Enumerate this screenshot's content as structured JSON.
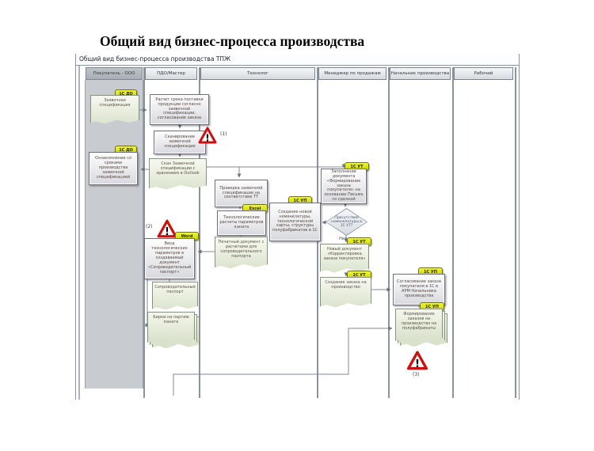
{
  "page": {
    "title": "Общий вид бизнес-процесса производства"
  },
  "frame": {
    "header": "Общий вид бизнес-процесса производства ТПЖ"
  },
  "lanes": [
    {
      "label": "Покупатель - ООО"
    },
    {
      "label": "ПДО/Мастер"
    },
    {
      "label": "Технолог"
    },
    {
      "label": "Менеджер по продажам"
    },
    {
      "label": "Начальник производства"
    },
    {
      "label": "Рабочий"
    }
  ],
  "nodes": {
    "spec_request_doc": {
      "label": "Заявочная спецификация",
      "tag": "1С ДО"
    },
    "familiarize_box": {
      "label": "Ознакомление со сроками производства заявочной спецификацией",
      "tag": "1С ДО"
    },
    "calc_terms_box": {
      "label": "Расчет срока поставки продукции согласно заявочной спецификации, согласование заказа"
    },
    "scan_box": {
      "label": "Сканирование заявочной спецификации"
    },
    "scan_doc": {
      "label": "Скан Заявочной спецификации с хранением в Outlook"
    },
    "enter_params_box": {
      "label": "Ввод технологических параметров в создаваемый документ «Сопроводительный паспорт»",
      "tag": "Word"
    },
    "passport_doc": {
      "label": "Сопроводительный паспорт"
    },
    "labels_doc": {
      "label": "Бирки на партию каната"
    },
    "check_spec_box": {
      "label": "Проверка заявочной спецификации на соответствие ТТ"
    },
    "tech_calc_box": {
      "label": "Технологические расчеты параметров каната",
      "tag": "Excel"
    },
    "printed_doc": {
      "label": "Печатный документ с расчетами для сопроводительного паспорта"
    },
    "new_nomenclature_box": {
      "label": "Создание новой номенклатуры, технологической карты, структуры полуфабрикатов в 1С",
      "tag": "1С УП"
    },
    "fill_order_box": {
      "label": "Заполнение документа «Формирование заказа покупателя» на основании Письма со сделкой",
      "tag": "1С УТ"
    },
    "nomenclature_decision": {
      "label": "Присутствие номенклатуры в 1С УТ?"
    },
    "correction_doc": {
      "label": "Новый документ «Корректировка заказа покупателя»",
      "tag": "1С УТ"
    },
    "prod_order_doc": {
      "label": "Создание заказа на производство",
      "tag": "1С УТ"
    },
    "approve_order_box": {
      "label": "Согласование заказа покупателя в 1С в АРМ Начальника производства",
      "tag": "1С УП"
    },
    "semiproduct_orders_doc": {
      "label": "Формирование заказов на производство на полуфабрикаты",
      "tag": "1С УП"
    }
  },
  "annotations": {
    "w1": "(1)",
    "w2": "(2)",
    "w3": "(3)",
    "decision_no": "Нет"
  },
  "colors": {
    "tag_yellow": "#d9e410",
    "warning_red": "#cc1111",
    "lane_line": "#8a94a0",
    "buyer_lane_bg": "#c8cbd0"
  }
}
